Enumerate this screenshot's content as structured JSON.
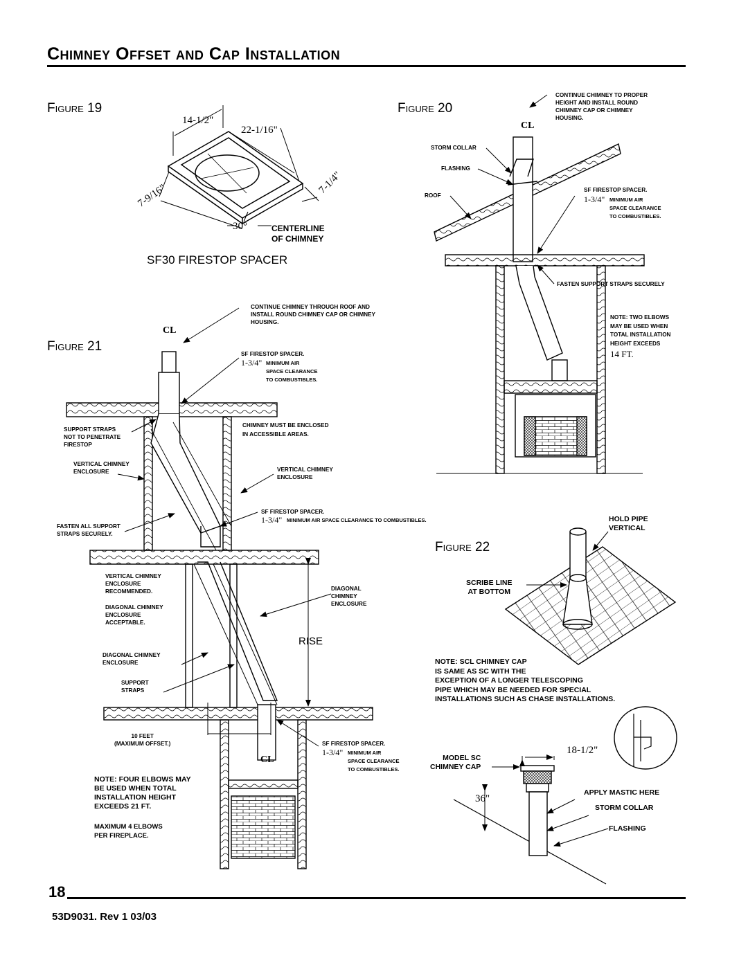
{
  "header": {
    "title": "Chimney Offset and Cap Installation"
  },
  "figure19": {
    "label": "Figure 19",
    "dim_a": "14-1/2\"",
    "dim_b": "22-1/16\"",
    "dim_c": "7-9/16\"",
    "dim_d": "7-1/4\"",
    "angle": "30°",
    "centerline": "CENTERLINE\nOF CHIMNEY",
    "caption": "SF30 FIRESTOP SPACER"
  },
  "figure20": {
    "label": "Figure 20",
    "cl": "CL",
    "continue": "CONTINUE CHIMNEY TO PROPER\nHEIGHT AND INSTALL ROUND\nCHIMNEY CAP OR CHIMNEY\nHOUSING.",
    "storm_collar": "STORM COLLAR",
    "flashing": "FLASHING",
    "roof": "ROOF",
    "spacer_title": "SF FIRESTOP  SPACER.",
    "spacer_dim": "1-3/4\"",
    "spacer_rest": "MINIMUM AIR\nSPACE CLEARANCE\nTO COMBUSTIBLES.",
    "fasten": "FASTEN SUPPORT STRAPS SECURELY",
    "note": "NOTE: TWO ELBOWS\nMAY BE USED WHEN\nTOTAL INSTALLATION\nHEIGHT EXCEEDS",
    "note_height": "14 FT."
  },
  "figure21": {
    "label": "Figure 21",
    "cl": "CL",
    "continue": "CONTINUE CHIMNEY THROUGH ROOF AND\nINSTALL ROUND CHIMNEY CAP OR CHIMNEY\nHOUSING.",
    "spacer1_title": "SF FIRESTOP SPACER.",
    "spacer1_dim": "1-3/4\"",
    "spacer1_rest": "MINIMUM AIR\nSPACE CLEARANCE\nTO COMBUSTIBLES.",
    "support_straps": "SUPPORT STRAPS\nNOT TO PENETRATE\nFIRESTOP",
    "enclosed": "CHIMNEY MUST BE ENCLOSED\nIN ACCESSIBLE AREAS.",
    "vert_enclosure_left": "VERTICAL  CHIMNEY\nENCLOSURE",
    "vert_enclosure_right": "VERTICAL CHIMNEY\nENCLOSURE",
    "spacer2_title": "SF FIRESTOP  SPACER.",
    "spacer2_dim": "1-3/4\"",
    "spacer2_rest": "MINIMUM AIR\nSPACE CLEARANCE\nTO COMBUSTIBLES.",
    "fasten_all": "FASTEN ALL SUPPORT\nSTRAPS SECURELY.",
    "vert_recommended": "VERTICAL CHIMNEY\nENCLOSURE\nRECOMMENDED.",
    "diag_acceptable": "DIAGONAL CHIMNEY\nENCLOSURE\nACCEPTABLE.",
    "diag_enclosure": "DIAGONAL\nCHIMNEY\nENCLOSURE",
    "rise": "RISE",
    "diag_enclosure_left": "DIAGONAL CHIMNEY\nENCLOSURE",
    "support_straps2": "SUPPORT\nSTRAPS",
    "ten_feet": "10 FEET\n(MAXIMUM OFFSET.)",
    "spacer3_title": "SF FIRESTOP  SPACER.",
    "spacer3_dim": "1-3/4\"",
    "spacer3_rest": "MINIMUM AIR\nSPACE CLEARANCE\nTO COMBUSTIBLES.",
    "note_four": "NOTE:  FOUR ELBOWS MAY\nBE USED WHEN TOTAL\nINSTALLATION HEIGHT\nEXCEEDS 21 FT.",
    "max_elbows": "MAXIMUM 4 ELBOWS\nPER FIREPLACE."
  },
  "figure22": {
    "label": "Figure 22",
    "hold_pipe": "HOLD PIPE\nVERTICAL",
    "scribe": "SCRIBE LINE\nAT BOTTOM",
    "note": "NOTE: SCL CHIMNEY CAP\nIS SAME AS SC WITH THE\nEXCEPTION OF A LONGER TELESCOPING\nPIPE WHICH MAY BE NEEDED FOR SPECIAL\nINSTALLATIONS SUCH AS CHASE INSTALLATIONS.",
    "model_sc": "MODEL SC\nCHIMNEY CAP",
    "dim_width": "18-1/2\"",
    "dim_height": "36\"",
    "apply_mastic": "APPLY MASTIC HERE",
    "storm_collar": "STORM COLLAR",
    "flashing": "FLASHING"
  },
  "footer": {
    "page": "18",
    "doc": "53D9031. Rev 1 03/03"
  }
}
